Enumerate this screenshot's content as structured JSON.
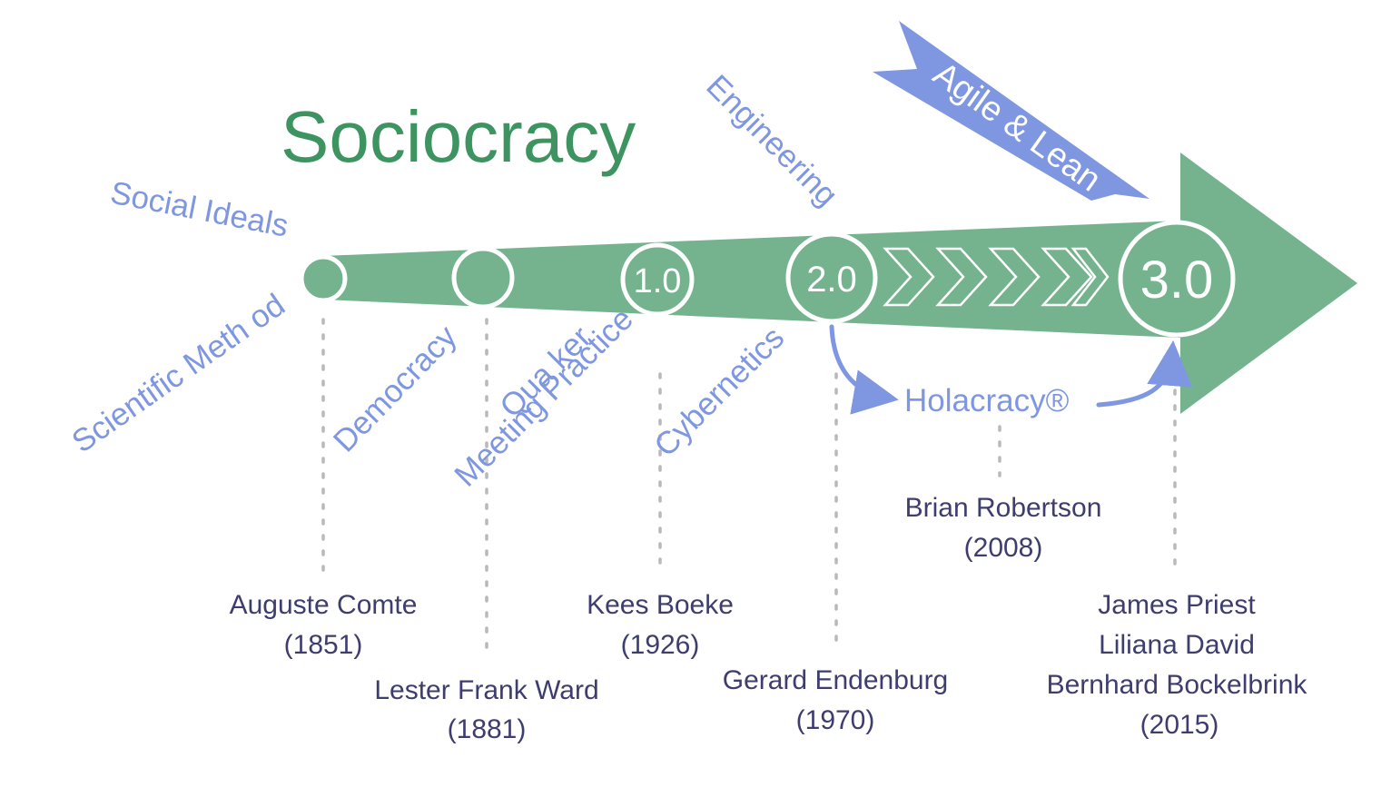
{
  "title": "Sociocracy",
  "banner": {
    "label": "Agile & Lean"
  },
  "colors": {
    "arrow": "#74b38e",
    "title": "#3e9461",
    "influence": "#7f97e0",
    "people": "#3d3d6e"
  },
  "influences": {
    "social_ideals": "Social Ideals",
    "scientific_method": "Scientific Meth od",
    "democracy": "Democracy",
    "quaker_line1": "Qua  ker",
    "quaker_line2": "Meeting Practice",
    "cybernetics": "Cybernetics",
    "engineering": "Engineering",
    "holacracy": "Holacracy®"
  },
  "stages": [
    "",
    "",
    "1.0",
    "2.0",
    "3.0"
  ],
  "people": {
    "comte": {
      "name": "Auguste Comte",
      "year": "(1851)"
    },
    "ward": {
      "name": "Lester Frank Ward",
      "year": "(1881)"
    },
    "boeke": {
      "name": "Kees Boeke",
      "year": "(1926)"
    },
    "endenburg": {
      "name": "Gerard Endenburg",
      "year": "(1970)"
    },
    "robertson": {
      "name": "Brian Robertson",
      "year": "(2008)"
    },
    "s3": {
      "names": [
        "James Priest",
        "Liliana David",
        "Bernhard Bockelbrink"
      ],
      "year": "(2015)"
    }
  }
}
